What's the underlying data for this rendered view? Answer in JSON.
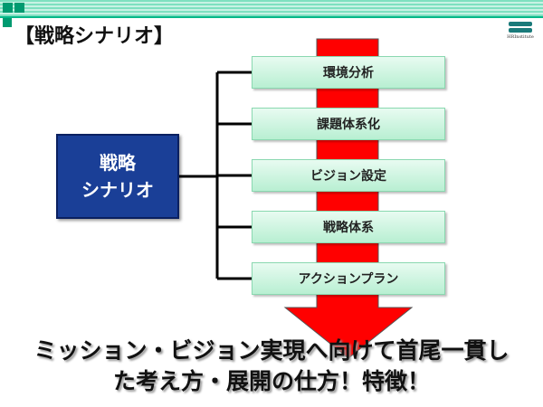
{
  "header": {
    "title": "【戦略シナリオ】",
    "logo_text": "HRInstitute"
  },
  "main_box": {
    "line1": "戦略",
    "line2": "シナリオ"
  },
  "steps": [
    "環境分析",
    "課題体系化",
    "ビジョン設定",
    "戦略体系",
    "アクションプラン"
  ],
  "conclusion": {
    "line1": "ミッション・ビジョン実現へ向けて首尾一貫し",
    "line2": "た考え方・展開の仕方！特徴！"
  },
  "colors": {
    "arrow": "#ff0000",
    "main_box": "#1a3f97",
    "accent": "#009a70"
  }
}
